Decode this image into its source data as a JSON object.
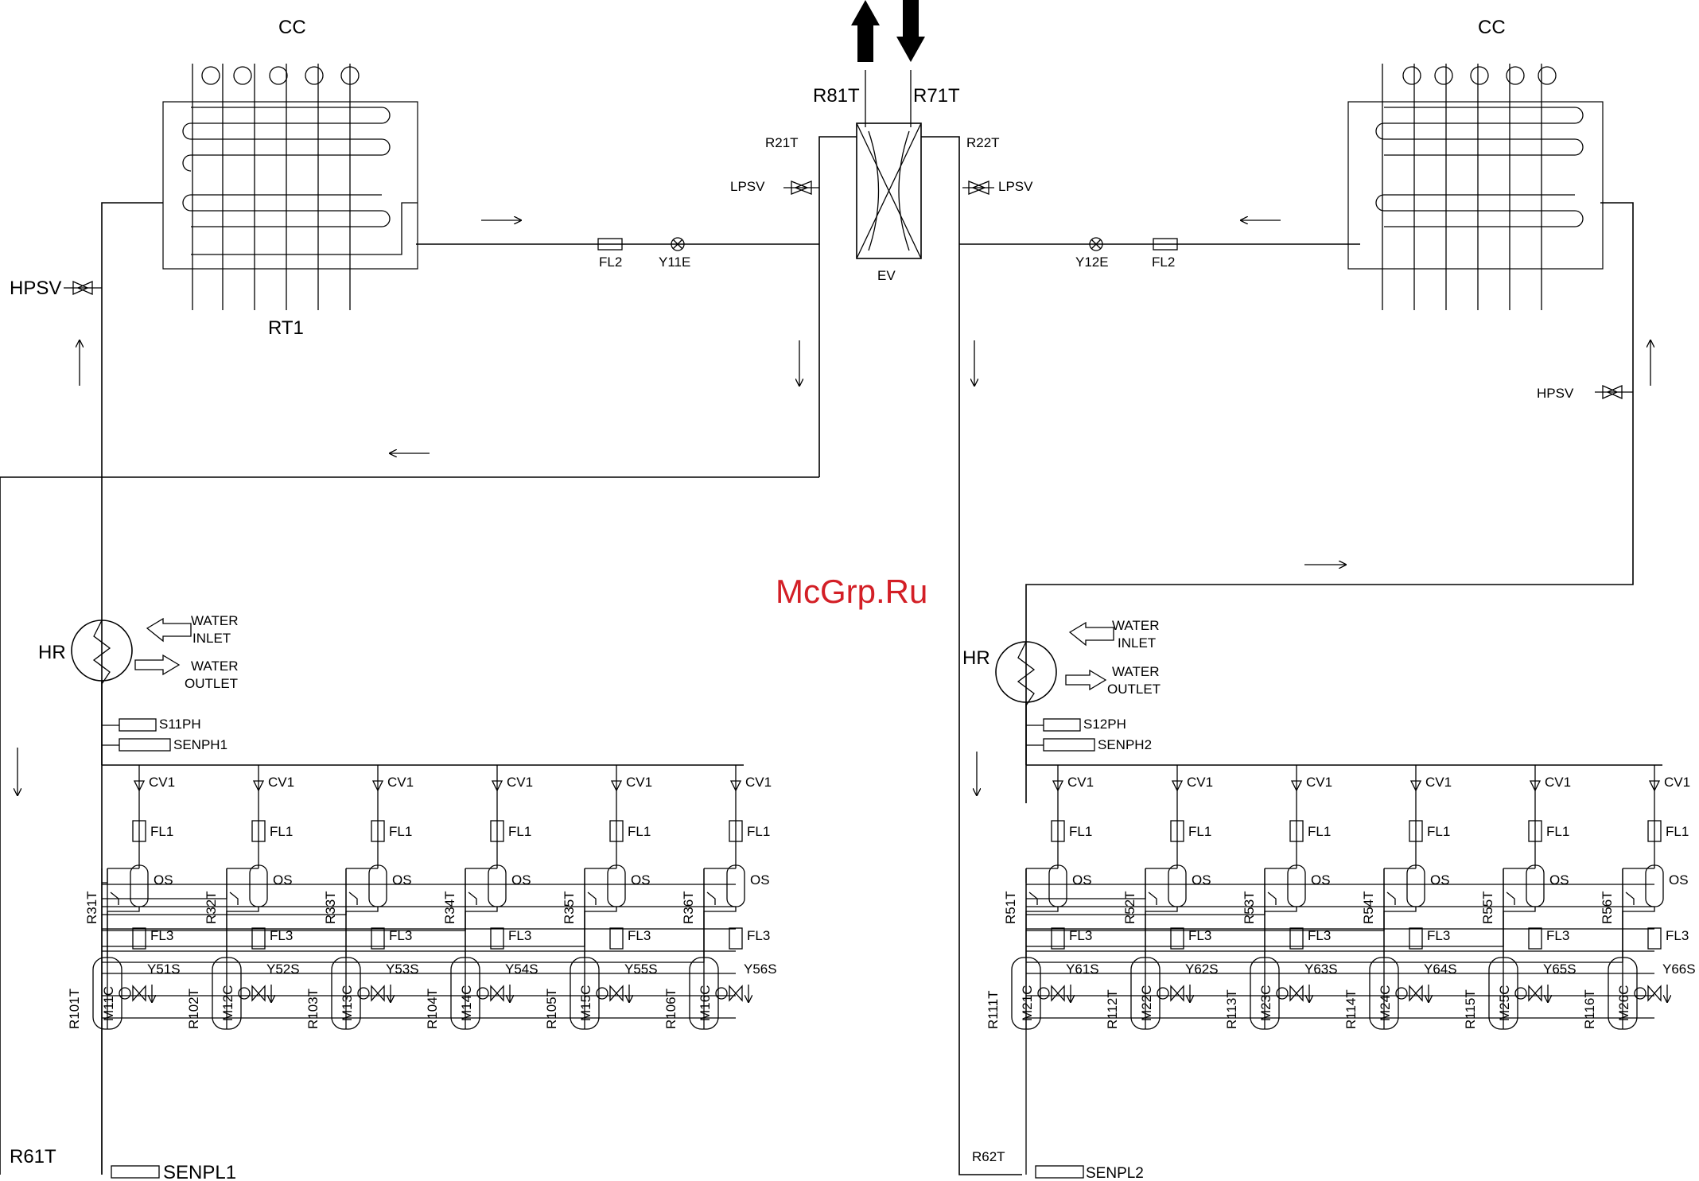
{
  "watermark": "McGrp.Ru",
  "top": {
    "outlet_sensor": "R81T",
    "inlet_sensor": "R71T"
  },
  "evaporator": {
    "label": "EV",
    "sensor_left": "R21T",
    "sensor_right": "R22T",
    "valve_left": "LPSV",
    "valve_right": "LPSV"
  },
  "circuit1": {
    "condenser": "CC",
    "coil": "RT1",
    "hp_valve": "HPSV",
    "filter": "FL2",
    "expansion_valve": "Y11E",
    "heat_recovery": "HR",
    "water_inlet_1": "WATER",
    "water_inlet_2": "INLET",
    "water_outlet_1": "WATER",
    "water_outlet_2": "OUTLET",
    "pressure_switch": "S11PH",
    "hp_sensor": "SENPH1",
    "lp_sensor": "SENPL1",
    "suction_sensor": "R61T",
    "branches": [
      {
        "cv": "CV1",
        "fl1": "FL1",
        "os": "OS",
        "rt": "R31T",
        "fl3": "FL3",
        "comp": "M11C",
        "rd": "R101T",
        "sv": "Y51S"
      },
      {
        "cv": "CV1",
        "fl1": "FL1",
        "os": "OS",
        "rt": "R32T",
        "fl3": "FL3",
        "comp": "M12C",
        "rd": "R102T",
        "sv": "Y52S"
      },
      {
        "cv": "CV1",
        "fl1": "FL1",
        "os": "OS",
        "rt": "R33T",
        "fl3": "FL3",
        "comp": "M13C",
        "rd": "R103T",
        "sv": "Y53S"
      },
      {
        "cv": "CV1",
        "fl1": "FL1",
        "os": "OS",
        "rt": "R34T",
        "fl3": "FL3",
        "comp": "M14C",
        "rd": "R104T",
        "sv": "Y54S"
      },
      {
        "cv": "CV1",
        "fl1": "FL1",
        "os": "OS",
        "rt": "R35T",
        "fl3": "FL3",
        "comp": "M15C",
        "rd": "R105T",
        "sv": "Y55S"
      },
      {
        "cv": "CV1",
        "fl1": "FL1",
        "os": "OS",
        "rt": "R36T",
        "fl3": "FL3",
        "comp": "M16C",
        "rd": "R106T",
        "sv": "Y56S"
      }
    ]
  },
  "circuit2": {
    "condenser": "CC",
    "hp_valve": "HPSV",
    "filter": "FL2",
    "expansion_valve": "Y12E",
    "heat_recovery": "HR",
    "water_inlet_1": "WATER",
    "water_inlet_2": "INLET",
    "water_outlet_1": "WATER",
    "water_outlet_2": "OUTLET",
    "pressure_switch": "S12PH",
    "hp_sensor": "SENPH2",
    "lp_sensor": "SENPL2",
    "suction_sensor": "R62T",
    "branches": [
      {
        "cv": "CV1",
        "fl1": "FL1",
        "os": "OS",
        "rt": "R51T",
        "fl3": "FL3",
        "comp": "M21C",
        "rd": "R111T",
        "sv": "Y61S"
      },
      {
        "cv": "CV1",
        "fl1": "FL1",
        "os": "OS",
        "rt": "R52T",
        "fl3": "FL3",
        "comp": "M22C",
        "rd": "R112T",
        "sv": "Y62S"
      },
      {
        "cv": "CV1",
        "fl1": "FL1",
        "os": "OS",
        "rt": "R53T",
        "fl3": "FL3",
        "comp": "M23C",
        "rd": "R113T",
        "sv": "Y63S"
      },
      {
        "cv": "CV1",
        "fl1": "FL1",
        "os": "OS",
        "rt": "R54T",
        "fl3": "FL3",
        "comp": "M24C",
        "rd": "R114T",
        "sv": "Y64S"
      },
      {
        "cv": "CV1",
        "fl1": "FL1",
        "os": "OS",
        "rt": "R55T",
        "fl3": "FL3",
        "comp": "M25C",
        "rd": "R115T",
        "sv": "Y65S"
      },
      {
        "cv": "CV1",
        "fl1": "FL1",
        "os": "OS",
        "rt": "R56T",
        "fl3": "FL3",
        "comp": "M26C",
        "rd": "R116T",
        "sv": "Y66S"
      }
    ]
  }
}
